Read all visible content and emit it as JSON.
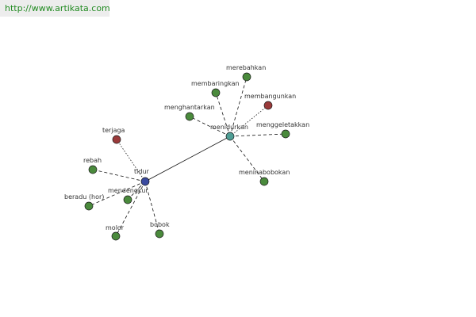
{
  "watermark": {
    "url": "http://www.artikata.com",
    "color": "#228b22"
  },
  "graph": {
    "colors": {
      "center": "#3a4aa0",
      "hub": "#4f9e95",
      "leaf": "#4a8a3c",
      "highlight": "#9a3a3a",
      "edge": "#111111"
    },
    "nodes": [
      {
        "id": "tidur",
        "label": "tidur",
        "kind": "center"
      },
      {
        "id": "menidurkan",
        "label": "menidurkan",
        "kind": "hub"
      },
      {
        "id": "merebahkan",
        "label": "merebahkan",
        "kind": "leaf"
      },
      {
        "id": "membaringkan",
        "label": "membaringkan",
        "kind": "leaf"
      },
      {
        "id": "membangunkan",
        "label": "membangunkan",
        "kind": "highlight"
      },
      {
        "id": "menghantarkan",
        "label": "menghantarkan",
        "kind": "leaf"
      },
      {
        "id": "menggeletakkan",
        "label": "menggeletakkan",
        "kind": "leaf"
      },
      {
        "id": "meninabobokan",
        "label": "meninabobokan",
        "kind": "leaf"
      },
      {
        "id": "terjaga",
        "label": "terjaga",
        "kind": "highlight"
      },
      {
        "id": "rebah",
        "label": "rebah",
        "kind": "leaf"
      },
      {
        "id": "mendengkur",
        "label": "mendengkur",
        "kind": "leaf"
      },
      {
        "id": "beradu-hor",
        "label": "beradu (hor)",
        "kind": "leaf"
      },
      {
        "id": "molor",
        "label": "molor",
        "kind": "leaf"
      },
      {
        "id": "bobok",
        "label": "bobok",
        "kind": "leaf"
      }
    ],
    "edges": [
      {
        "from": "tidur",
        "to": "menidurkan",
        "style": "solid"
      },
      {
        "from": "menidurkan",
        "to": "merebahkan",
        "style": "dashed"
      },
      {
        "from": "menidurkan",
        "to": "membaringkan",
        "style": "dashed"
      },
      {
        "from": "menidurkan",
        "to": "membangunkan",
        "style": "dotted"
      },
      {
        "from": "menidurkan",
        "to": "menghantarkan",
        "style": "dashed"
      },
      {
        "from": "menidurkan",
        "to": "menggeletakkan",
        "style": "dashed"
      },
      {
        "from": "menidurkan",
        "to": "meninabobokan",
        "style": "dashed"
      },
      {
        "from": "tidur",
        "to": "terjaga",
        "style": "dotted"
      },
      {
        "from": "tidur",
        "to": "rebah",
        "style": "dashed"
      },
      {
        "from": "tidur",
        "to": "mendengkur",
        "style": "dashed"
      },
      {
        "from": "tidur",
        "to": "beradu-hor",
        "style": "dashed"
      },
      {
        "from": "tidur",
        "to": "molor",
        "style": "dashed"
      },
      {
        "from": "tidur",
        "to": "bobok",
        "style": "dashed"
      }
    ]
  }
}
